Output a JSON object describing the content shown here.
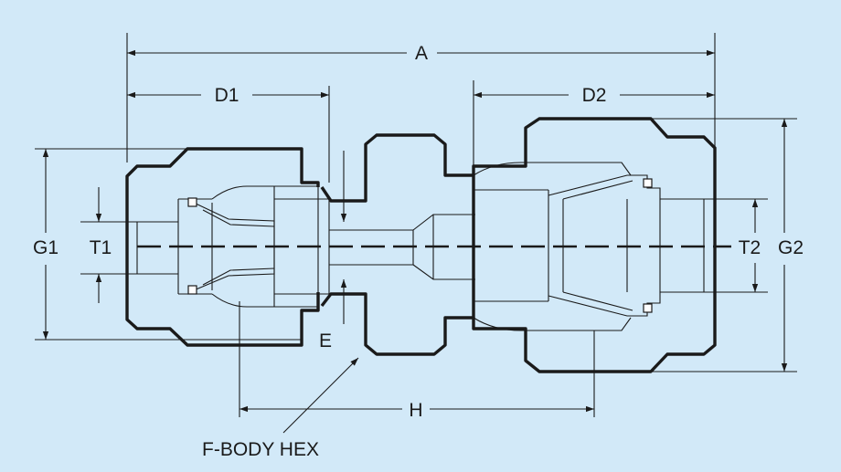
{
  "diagram": {
    "labels": {
      "A": "A",
      "D1": "D1",
      "D2": "D2",
      "G1": "G1",
      "G2": "G2",
      "T1": "T1",
      "T2": "T2",
      "E": "E",
      "H": "H",
      "f_body_hex": "F-BODY HEX"
    },
    "colors": {
      "background": "#d2e9f8",
      "line": "#1a1a1a"
    }
  }
}
